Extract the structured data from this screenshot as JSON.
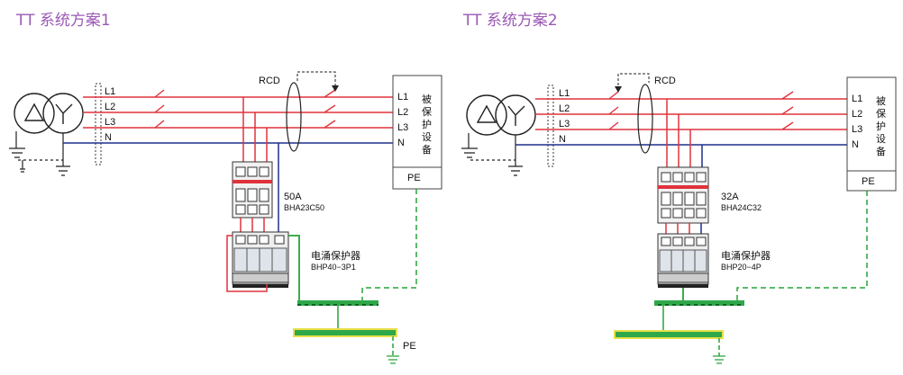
{
  "diagram1": {
    "title": "TT  系统方案1",
    "phases": [
      "L1",
      "L2",
      "L3",
      "N"
    ],
    "rcd": "RCD",
    "equip_phases": [
      "L1",
      "L2",
      "L3",
      "N"
    ],
    "equip_name": [
      "被",
      "保",
      "护",
      "设",
      "备"
    ],
    "pe": "PE",
    "breaker_rating": "50A",
    "breaker_model": "BHA23C50",
    "spd_name": "电涌保护器",
    "spd_model": "BHP40−3P1",
    "ground_pe": "PE"
  },
  "diagram2": {
    "title": "TT  系统方案2",
    "phases": [
      "L1",
      "L2",
      "L3",
      "N"
    ],
    "rcd": "RCD",
    "equip_phases": [
      "L1",
      "L2",
      "L3",
      "N"
    ],
    "equip_name": [
      "被",
      "保",
      "护",
      "设",
      "备"
    ],
    "pe": "PE",
    "breaker_rating": "32A",
    "breaker_model": "BHA24C32",
    "spd_name": "电涌保护器",
    "spd_model": "BHP20−4P"
  },
  "colors": {
    "phase": "#e0323c",
    "neutral": "#1f2f8c",
    "pe": "#27a33a",
    "title": "#9b59b6",
    "bar_outline": "#e8e04a"
  }
}
